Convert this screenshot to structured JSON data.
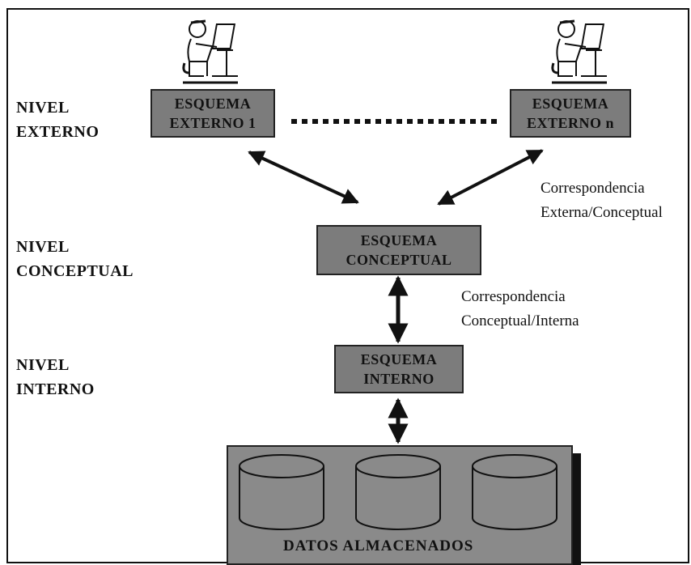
{
  "levels": {
    "external": {
      "line1": "NIVEL",
      "line2": "EXTERNO"
    },
    "conceptual": {
      "line1": "NIVEL",
      "line2": "CONCEPTUAL"
    },
    "internal": {
      "line1": "NIVEL",
      "line2": "INTERNO"
    }
  },
  "boxes": {
    "external_1": {
      "line1": "ESQUEMA",
      "line2": "EXTERNO 1"
    },
    "external_n": {
      "line1": "ESQUEMA",
      "line2": "EXTERNO n"
    },
    "conceptual": {
      "line1": "ESQUEMA",
      "line2": "CONCEPTUAL"
    },
    "internal": {
      "line1": "ESQUEMA",
      "line2": "INTERNO"
    }
  },
  "mappings": {
    "external_conceptual": {
      "line1": "Correspondencia",
      "line2": "Externa/Conceptual"
    },
    "conceptual_internal": {
      "line1": "Correspondencia",
      "line2": "Conceptual/Interna"
    }
  },
  "storage": {
    "label": "DATOS ALMACENADOS"
  },
  "icons": {
    "user": "user-at-computer-icon",
    "database": "database-cylinder-icon"
  },
  "colors": {
    "box_fill": "#7c7c7c",
    "storage_fill": "#8a8a8a",
    "ink": "#111111"
  }
}
